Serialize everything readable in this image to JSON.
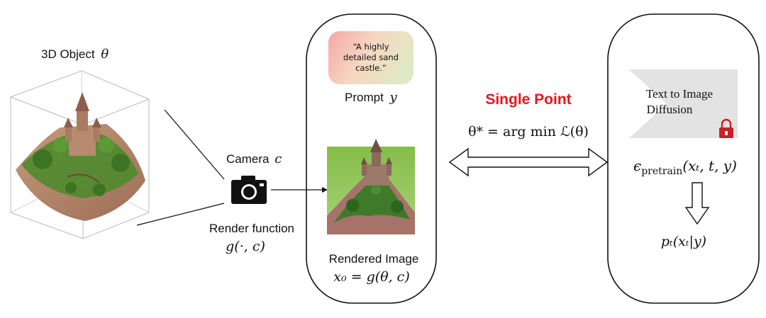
{
  "object": {
    "label": "3D Object",
    "symbol": "θ"
  },
  "camera": {
    "label": "Camera",
    "symbol": "c"
  },
  "render": {
    "label": "Render function",
    "formula": "g(·, c)"
  },
  "prompt": {
    "text": "“A highly detailed sand castle.”",
    "label": "Prompt",
    "symbol": "y"
  },
  "rendered": {
    "label": "Rendered Image",
    "formula": "x₀ = g(θ, c)"
  },
  "optimization": {
    "title": "Single Point",
    "formula": "θ* = arg min ℒ(θ)"
  },
  "diffusion": {
    "label_line1": "Text to Image",
    "label_line2": "Diffusion",
    "epsilon": "ϵ",
    "epsilon_subscript": "pretrain",
    "epsilon_args": "(xₜ, t, y)",
    "posterior": "pₜ(xₜ|y)"
  },
  "colors": {
    "accent_red": "#e8151a",
    "lock_red": "#cc1f27",
    "diffusion_gray": "#e3e3e3",
    "castle_sky_green": "#8ec24e"
  }
}
